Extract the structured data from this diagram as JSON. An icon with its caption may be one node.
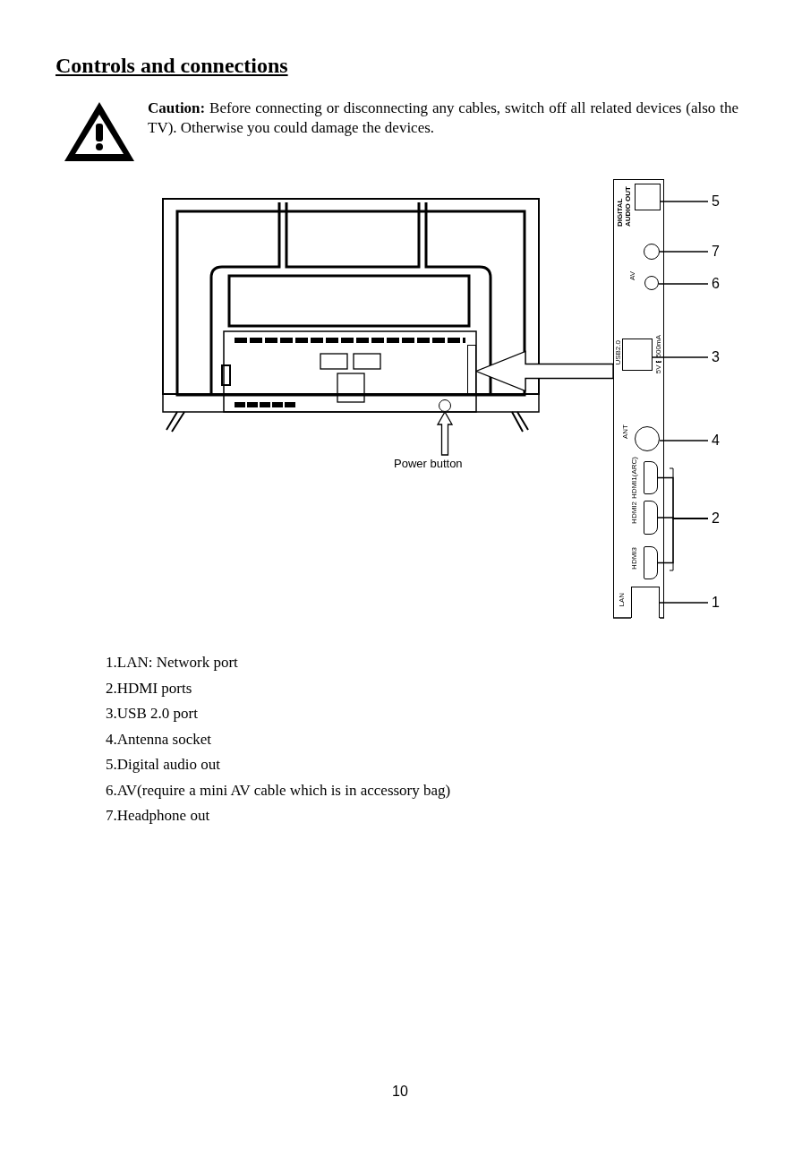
{
  "diagram": {
    "title": "Controls and connections",
    "nodes": [
      {
        "text": [
          "5"
        ]
      },
      {
        "text": [
          "7"
        ]
      },
      {
        "text": [
          "6"
        ]
      },
      {
        "text": [
          "3"
        ]
      },
      {
        "text": [
          "4"
        ]
      },
      {
        "text": [
          "2"
        ]
      },
      {
        "text": [
          "1"
        ]
      },
      {
        "text": [],
        "shape": "box"
      },
      {
        "text": [],
        "shape": "box",
        "in": 7
      },
      {
        "text": [],
        "shape": "circle",
        "in": 7
      },
      {
        "text": [],
        "shape": "circle",
        "in": 7
      },
      {
        "text": [],
        "shape": "box",
        "in": 7
      },
      {
        "text": [],
        "shape": "circle",
        "in": 7
      },
      {
        "text": [],
        "shape": "box",
        "in": 7
      },
      {
        "text": [],
        "shape": "box",
        "in": 7
      },
      {
        "text": [],
        "shape": "box",
        "in": 7
      },
      {
        "text": [],
        "shape": "box",
        "in": 7
      },
      {
        "text": [
          "Power button"
        ]
      },
      {
        "text": [],
        "shape": "circle"
      },
      {
        "text": [],
        "shape": "box"
      }
    ],
    "edges": [
      {
        "from": 0,
        "to": 8,
        "arrow": "none"
      },
      {
        "from": 1,
        "to": 9,
        "arrow": "none"
      },
      {
        "from": 2,
        "to": 10,
        "arrow": "none"
      },
      {
        "from": 3,
        "to": 11,
        "arrow": "none"
      },
      {
        "from": 4,
        "to": 12,
        "arrow": "none"
      },
      {
        "from": 5,
        "to": 13,
        "arrow": "none"
      },
      {
        "from": 5,
        "to": 14,
        "arrow": "none"
      },
      {
        "from": 5,
        "to": 15,
        "arrow": "none"
      },
      {
        "from": 6,
        "to": 16,
        "arrow": "none"
      },
      {
        "from": 17,
        "to": 18,
        "arrow": "to"
      },
      {
        "from": 7,
        "to": 19,
        "arrow": "to"
      }
    ],
    "labels": [
      "**Caution:** Before connecting or disconnecting any cables, switch off all related devices (also the TV). Otherwise you could damage the devices.",
      "DIGITAL AUDIO OUT",
      "AV",
      "USB2.0",
      "5V⎓500mA",
      "ANT",
      "HDMI1(ARC)",
      "HDMI2",
      "HDMI3",
      "LAN",
      "1.LAN: Network port",
      "2.HDMI ports",
      "3.USB 2.0 port",
      "4.Antenna socket",
      "5.Digital audio out",
      "6.AV(require a mini AV cable which is in accessory bag)",
      "7.Headphone out",
      "10"
    ]
  }
}
